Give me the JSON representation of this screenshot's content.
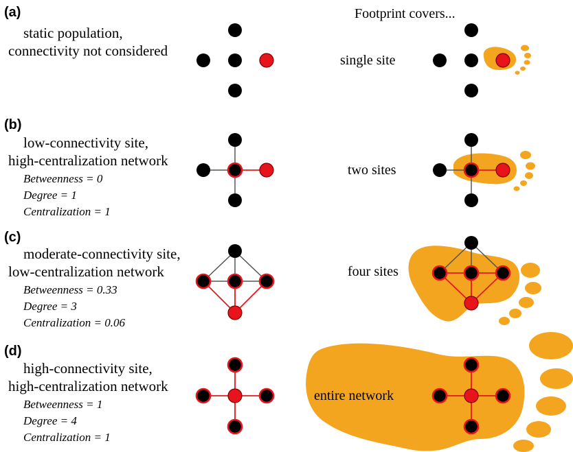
{
  "header": {
    "footprint_title": "Footprint covers..."
  },
  "panels": [
    {
      "label": "(a)",
      "desc_lines": [
        "static population,",
        "connectivity not considered"
      ],
      "metrics": [],
      "footprint_label": "single site"
    },
    {
      "label": "(b)",
      "desc_lines": [
        "low-connectivity site,",
        "high-centralization network"
      ],
      "metrics": [
        "Betweenness = 0",
        "Degree = 1",
        "Centralization = 1"
      ],
      "footprint_label": "two sites"
    },
    {
      "label": "(c)",
      "desc_lines": [
        "moderate-connectivity site,",
        "low-centralization network"
      ],
      "metrics": [
        "Betweenness = 0.33",
        "Degree = 3",
        "Centralization = 0.06"
      ],
      "footprint_label": "four sites"
    },
    {
      "label": "(d)",
      "desc_lines": [
        "high-connectivity site,",
        "high-centralization network"
      ],
      "metrics": [
        "Betweenness = 1",
        "Degree = 4",
        "Centralization = 1"
      ],
      "footprint_label": "entire network"
    }
  ],
  "colors": {
    "node_default": "#000000",
    "node_highlight": "#e8141c",
    "footprint": "#f3a51f",
    "edge": "#555555"
  }
}
